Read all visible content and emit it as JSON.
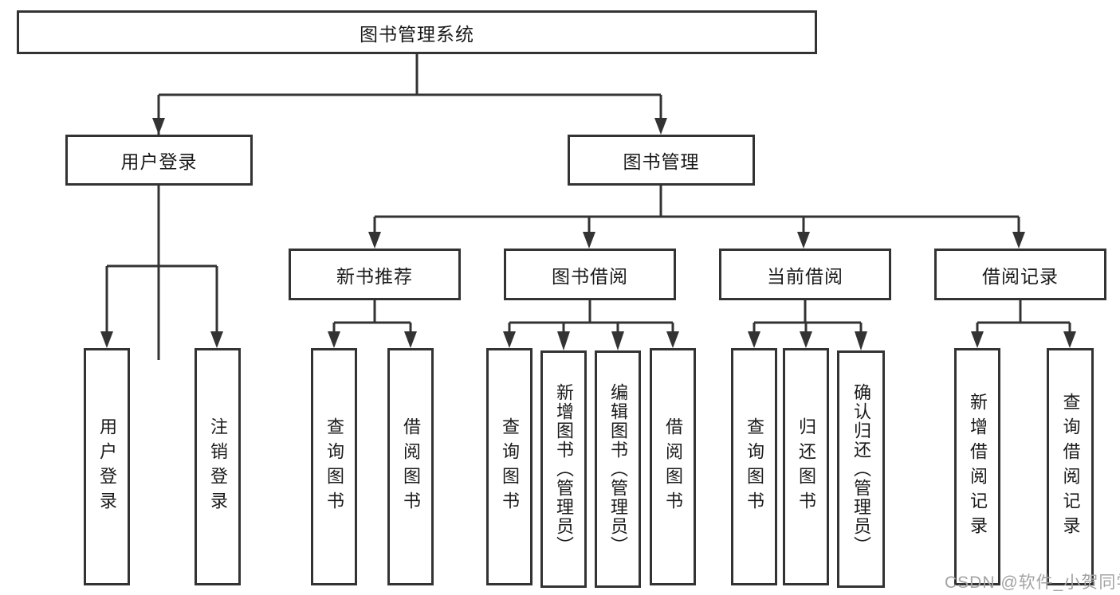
{
  "diagram": {
    "type": "hierarchy-tree",
    "levels": 4,
    "tree": {
      "root": {
        "label": "图书管理系统"
      },
      "user_login": {
        "label": "用户登录",
        "leaves": {
          "login": "用户登录",
          "logout": "注销登录"
        }
      },
      "book_mgmt": {
        "label": "图书管理",
        "children": {
          "new_rec": {
            "label": "新书推荐",
            "leaves": {
              "query": "查询图书",
              "borrow": "借阅图书"
            }
          },
          "borrow": {
            "label": "图书借阅",
            "leaves": {
              "query": "查询图书",
              "add": "新增图书（管理员）",
              "edit": "编辑图书（管理员）",
              "borrow": "借阅图书"
            }
          },
          "current": {
            "label": "当前借阅",
            "leaves": {
              "query": "查询图书",
              "return": "归还图书",
              "confirm": "确认归还（管理员）"
            }
          },
          "record": {
            "label": "借阅记录",
            "leaves": {
              "add": "新增借阅记录",
              "query": "查询借阅记录"
            }
          }
        }
      }
    }
  },
  "colors": {
    "line": "#333333",
    "box_border": "#333333",
    "box_bg": "#ffffff",
    "text": "#1a1a1a",
    "watermark": "#a3a3a3"
  },
  "watermark": {
    "text": "CSDN @软件_小贺同学"
  }
}
